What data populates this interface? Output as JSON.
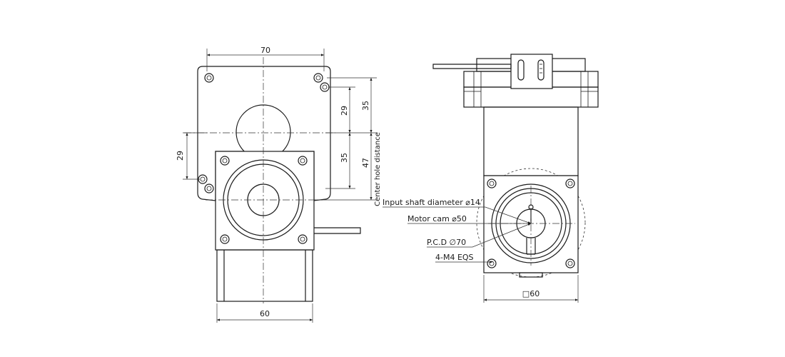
{
  "front_view": {
    "dims": {
      "top_width": "70",
      "bottom_width": "60",
      "left_height": "29",
      "right_upper_29": "29",
      "right_upper_35": "35",
      "right_lower_35": "35",
      "right_47": "47",
      "center_hole_distance": "Center hole distance"
    }
  },
  "side_view": {
    "callouts": {
      "input_shaft": "Input shaft diameter ⌀14",
      "motor_cam": "Motor cam ⌀50",
      "pcd": "P.C.D ∅70",
      "mounting_holes": "4-M4 EQS"
    },
    "dims": {
      "square": "□60"
    }
  }
}
